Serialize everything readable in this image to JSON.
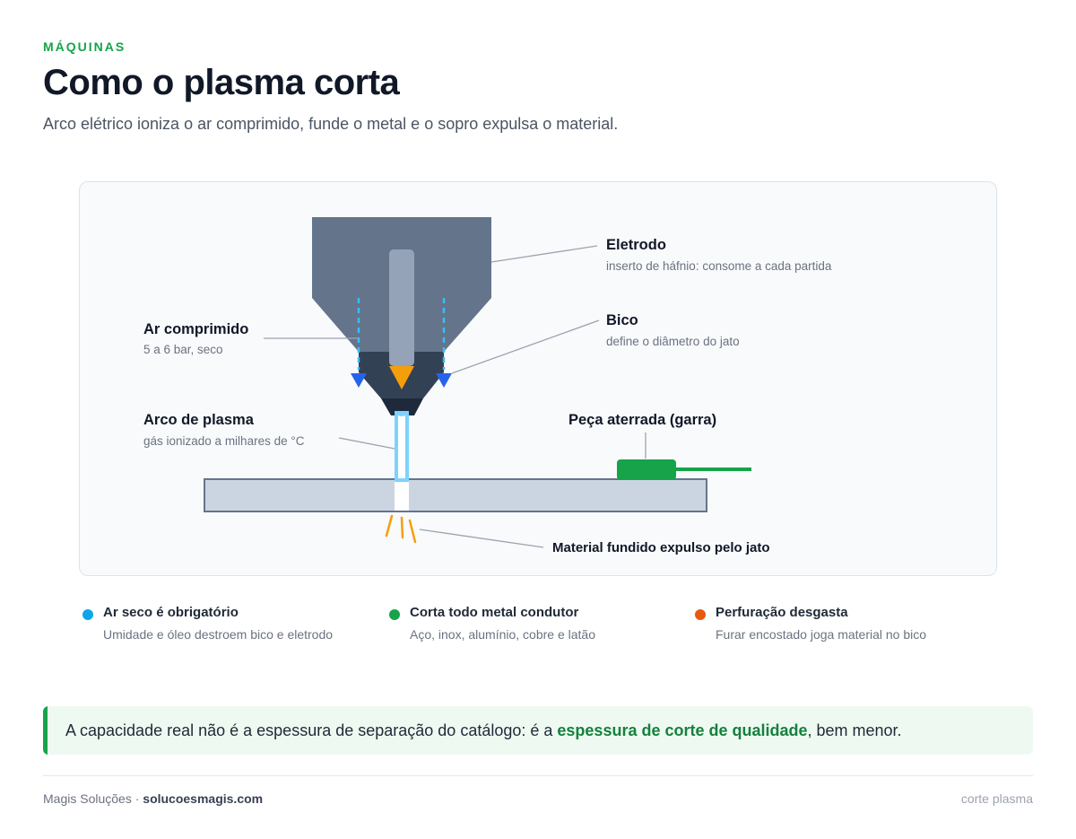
{
  "header": {
    "eyebrow": "MÁQUINAS",
    "title": "Como o plasma corta",
    "subtitle": "Arco elétrico ioniza o ar comprimido, funde o metal e o sopro expulsa o material."
  },
  "diagram": {
    "labels": {
      "electrode_title": "Eletrodo",
      "electrode_sub": "inserto de háfnio: consome a cada partida",
      "air_title": "Ar comprimido",
      "air_sub": "5 a 6 bar, seco",
      "nozzle_title": "Bico",
      "nozzle_sub": "define o diâmetro do jato",
      "arc_title": "Arco de plasma",
      "arc_sub": "gás ionizado a milhares de °C",
      "ground_title": "Peça aterrada (garra)",
      "molten_title": "Material fundido expulso pelo jato"
    },
    "colors": {
      "torch_body": "#64748b",
      "nozzle": "#334155",
      "electrode": "#94a3b8",
      "arc_tip": "#f59e0b",
      "air_flow": "#38bdf8",
      "air_arrow": "#2563eb",
      "plasma": "#7dd3fc",
      "workpiece": "#cbd5e1",
      "clamp": "#16a34a",
      "sparks": "#f59e0b"
    }
  },
  "features": [
    {
      "title": "Ar seco é obrigatório",
      "desc": "Umidade e óleo destroem bico e eletrodo",
      "color": "#0ea5e9"
    },
    {
      "title": "Corta todo metal condutor",
      "desc": "Aço, inox, alumínio, cobre e latão",
      "color": "#16a34a"
    },
    {
      "title": "Perfuração desgasta",
      "desc": "Furar encostado joga material no bico",
      "color": "#ea580c"
    }
  ],
  "callout": {
    "before": "A capacidade real não é a espessura de separação do catálogo: é a ",
    "highlight": "espessura de corte de qualidade",
    "after": ", bem menor."
  },
  "footer": {
    "brand": "Magis Soluções · ",
    "site": "solucoesmagis.com",
    "tag": "corte plasma"
  }
}
